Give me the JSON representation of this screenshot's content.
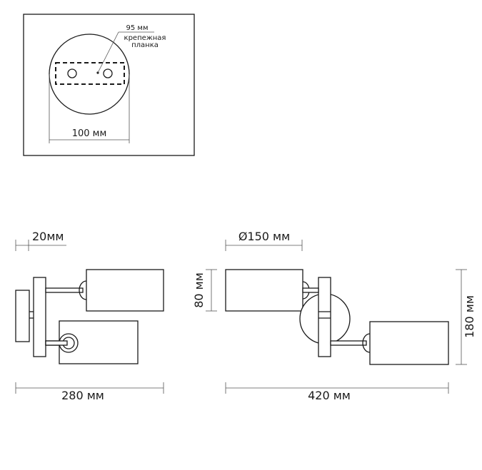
{
  "mount_plate": {
    "plate_size": "95 мм",
    "plate_name_line1": "крепежная",
    "plate_name_line2": "планка",
    "base_diameter": "100 мм"
  },
  "side_view": {
    "depth_offset": "20мм",
    "total_width": "280 мм"
  },
  "front_view": {
    "shade_diameter": "Ø150 мм",
    "shade_height": "80 мм",
    "total_height": "180 мм",
    "total_width": "420 мм"
  }
}
